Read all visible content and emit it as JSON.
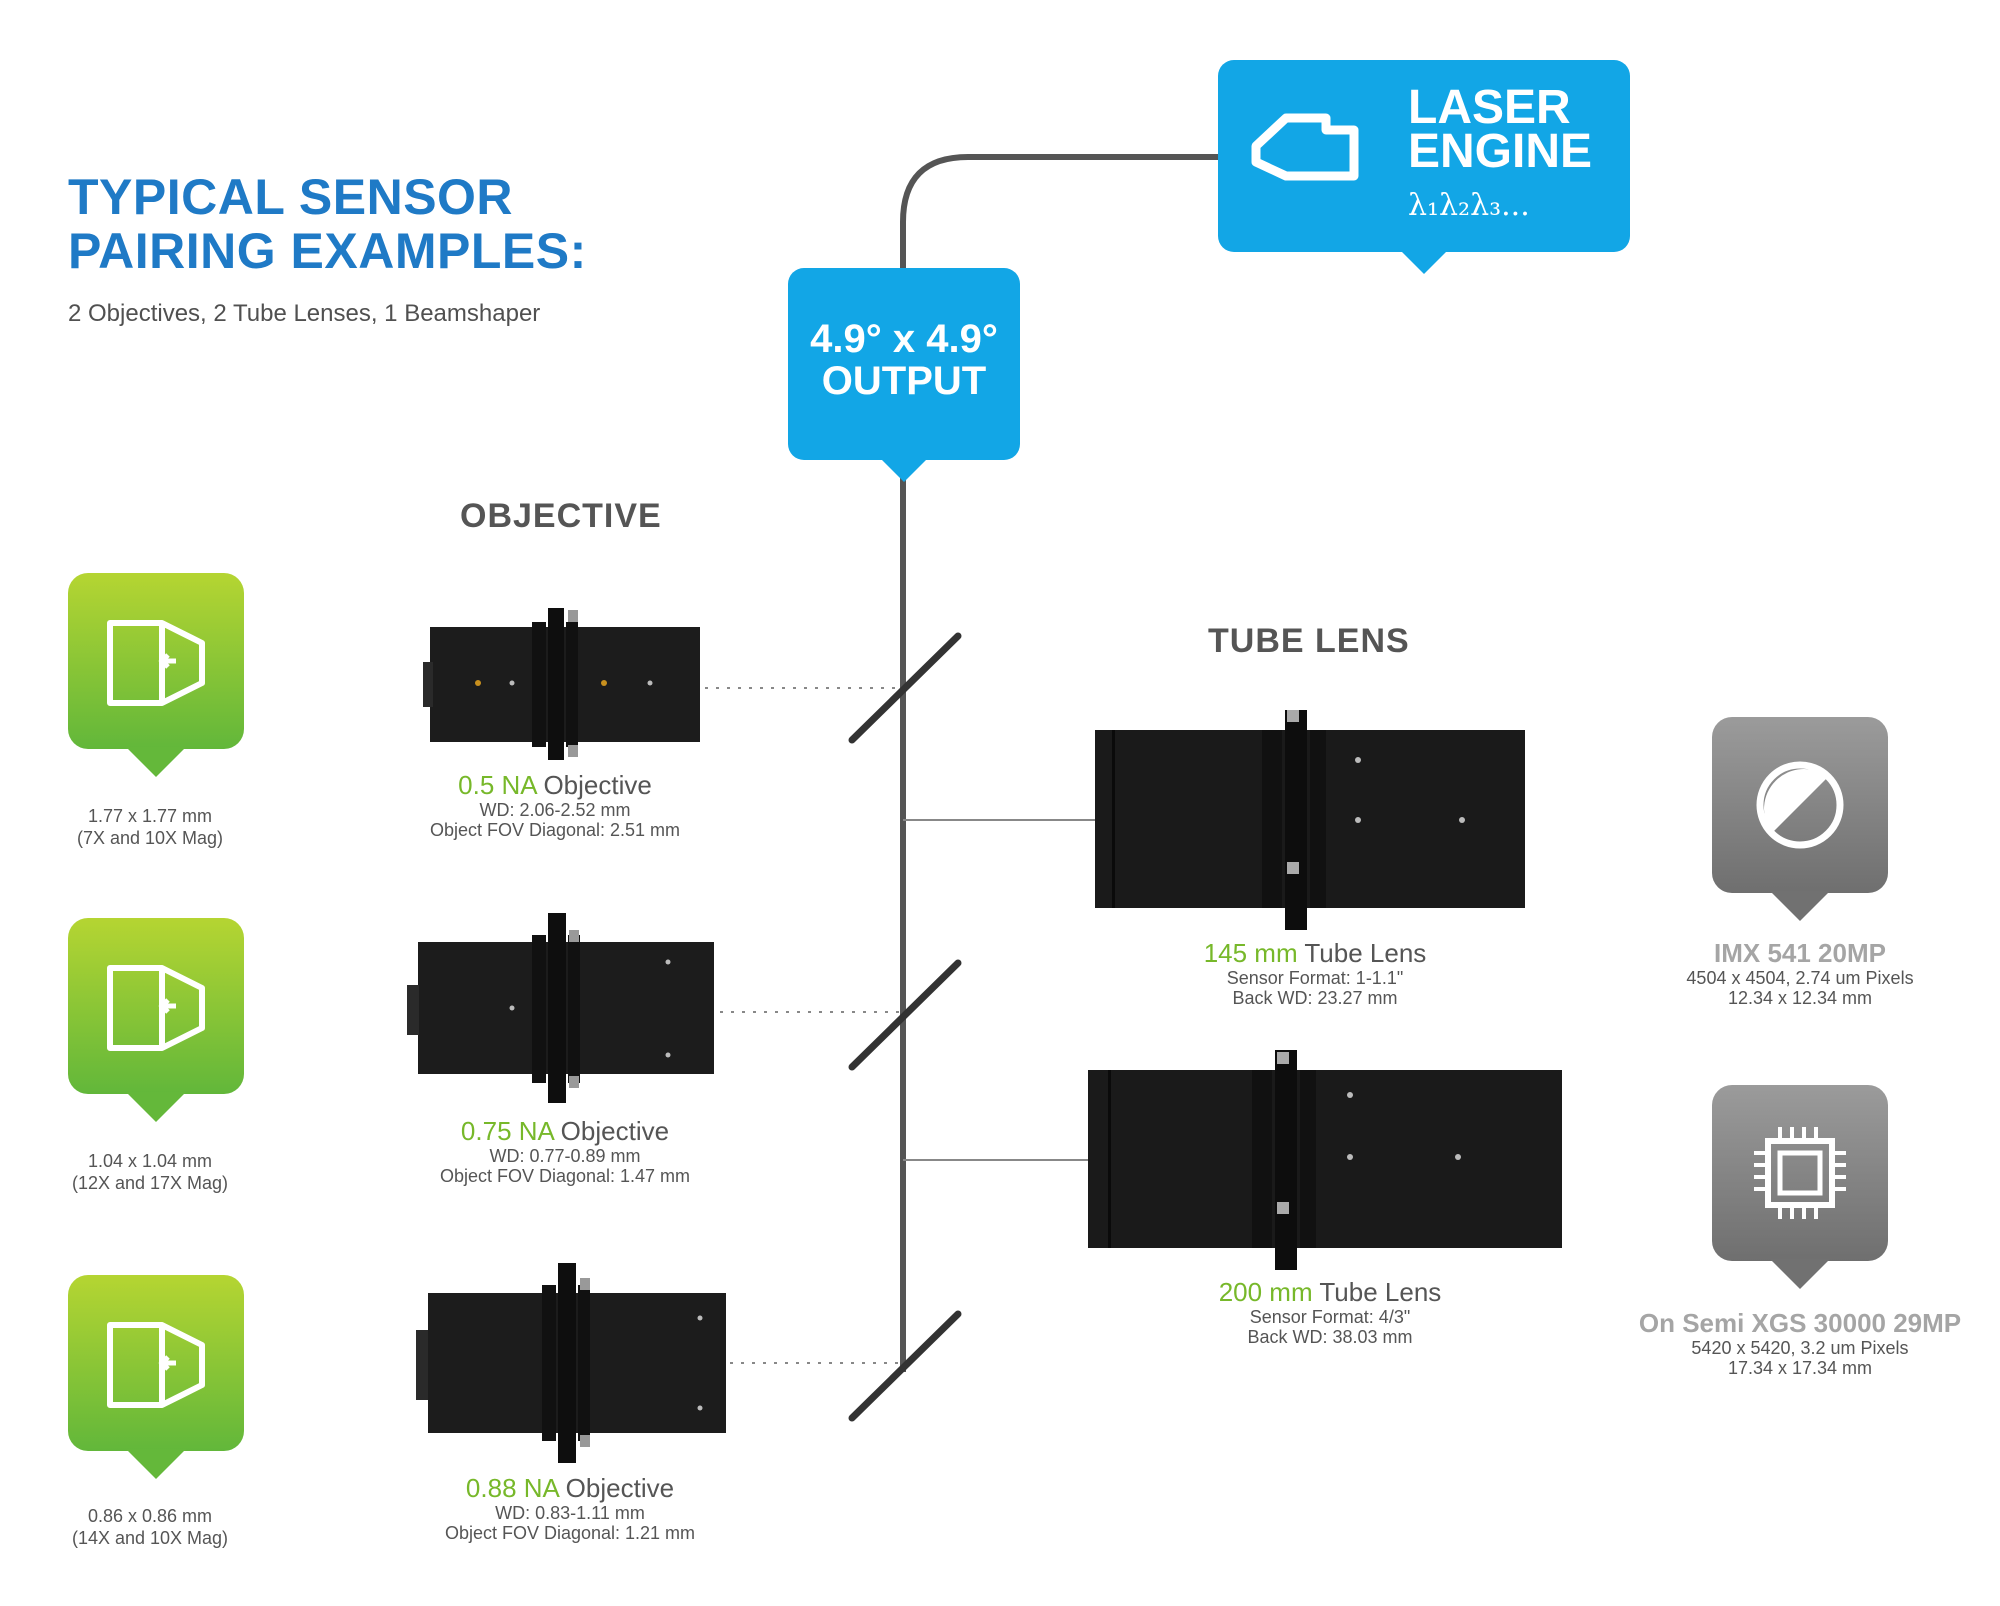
{
  "header": {
    "title_line1": "TYPICAL SENSOR",
    "title_line2": "PAIRING EXAMPLES:",
    "subtitle": "2 Objectives, 2 Tube Lenses, 1 Beamshaper"
  },
  "laser_engine": {
    "line1": "LASER",
    "line2": "ENGINE",
    "wavelengths": "λ₁λ₂λ₃...",
    "icon": "laser-icon"
  },
  "output": {
    "line1": "4.9° x 4.9°",
    "line2": "OUTPUT"
  },
  "section_labels": {
    "objective": "OBJECTIVE",
    "tube_lens": "TUBE LENS"
  },
  "fields": [
    {
      "size": "1.77 x 1.77 mm",
      "mag": "(7X and 10X Mag)",
      "icon": "beamshaper-icon"
    },
    {
      "size": "1.04 x 1.04 mm",
      "mag": "(12X and 17X Mag)",
      "icon": "beamshaper-icon"
    },
    {
      "size": "0.86 x 0.86 mm",
      "mag": "(14X and 10X Mag)",
      "icon": "beamshaper-icon"
    }
  ],
  "objectives": [
    {
      "highlight": "0.5 NA",
      "name": "Objective",
      "wd": "WD: 2.06-2.52 mm",
      "fov": "Object FOV Diagonal: 2.51 mm"
    },
    {
      "highlight": "0.75 NA",
      "name": "Objective",
      "wd": "WD: 0.77-0.89 mm",
      "fov": "Object FOV Diagonal: 1.47 mm"
    },
    {
      "highlight": "0.88 NA",
      "name": "Objective",
      "wd": "WD: 0.83-1.11 mm",
      "fov": "Object FOV Diagonal: 1.21 mm"
    }
  ],
  "tube_lenses": [
    {
      "highlight": "145 mm",
      "name": "Tube Lens",
      "format": "Sensor Format: 1-1.1\"",
      "bwd": "Back WD: 23.27 mm"
    },
    {
      "highlight": "200 mm",
      "name": "Tube Lens",
      "format": "Sensor Format: 4/3\"",
      "bwd": "Back WD: 38.03 mm"
    }
  ],
  "sensors": [
    {
      "name": "IMX 541 20MP",
      "pixels": "4504 x 4504, 2.74 um Pixels",
      "size": "12.34 x 12.34 mm",
      "icon": "sensor-aperture-icon"
    },
    {
      "name": "On Semi XGS 30000 29MP",
      "pixels": "5420 x 5420, 3.2 um Pixels",
      "size": "17.34 x 17.34 mm",
      "icon": "chip-icon"
    }
  ],
  "colors": {
    "blue": "#12a6e6",
    "title_blue": "#1f7ac6",
    "green": "#77b82a",
    "gray": "#7f7f7f"
  }
}
